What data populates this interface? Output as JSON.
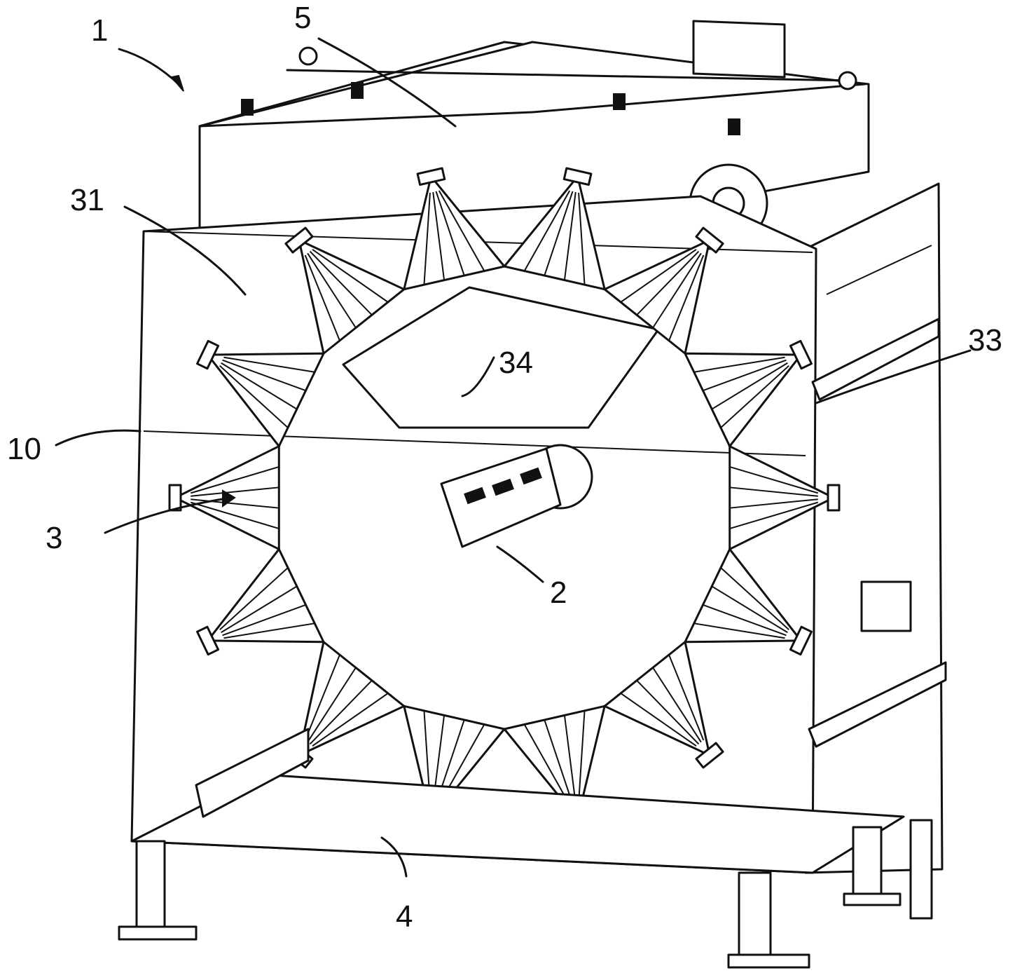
{
  "labels": {
    "l1": "1",
    "l5": "5",
    "l31": "31",
    "l33": "33",
    "l34": "34",
    "l10": "10",
    "l3": "3",
    "l2": "2",
    "l4": "4"
  }
}
